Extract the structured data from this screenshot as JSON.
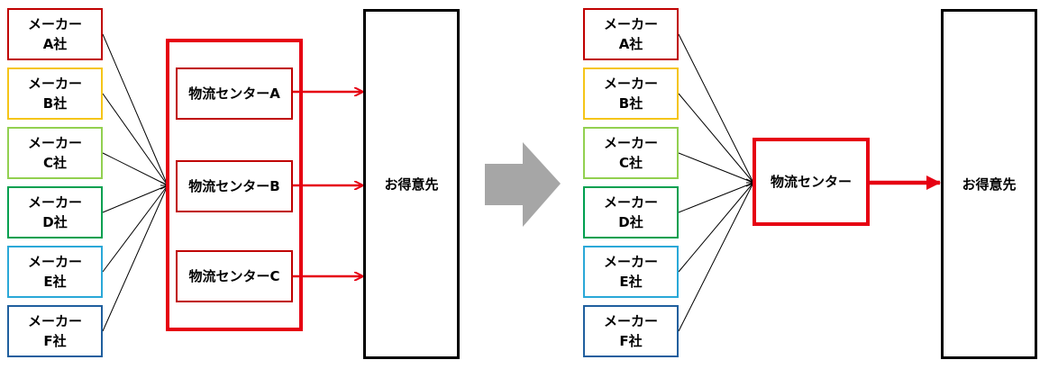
{
  "colors": {
    "maker_a": "#c00000",
    "maker_b": "#f5c518",
    "maker_c": "#92d050",
    "maker_d": "#00a050",
    "maker_e": "#2aa8d8",
    "maker_f": "#1f5f9e",
    "accent": "#e60012",
    "transition_arrow": "#a6a6a6"
  },
  "before": {
    "makers": [
      {
        "line1": "メーカー",
        "line2": "A社"
      },
      {
        "line1": "メーカー",
        "line2": "B社"
      },
      {
        "line1": "メーカー",
        "line2": "C社"
      },
      {
        "line1": "メーカー",
        "line2": "D社"
      },
      {
        "line1": "メーカー",
        "line2": "E社"
      },
      {
        "line1": "メーカー",
        "line2": "F社"
      }
    ],
    "centers": [
      {
        "line1": "物流センター",
        "line2": "A"
      },
      {
        "line1": "物流センター",
        "line2": "B"
      },
      {
        "line1": "物流センター",
        "line2": "C"
      }
    ],
    "customer": "お得意先"
  },
  "after": {
    "makers": [
      {
        "line1": "メーカー",
        "line2": "A社"
      },
      {
        "line1": "メーカー",
        "line2": "B社"
      },
      {
        "line1": "メーカー",
        "line2": "C社"
      },
      {
        "line1": "メーカー",
        "line2": "D社"
      },
      {
        "line1": "メーカー",
        "line2": "E社"
      },
      {
        "line1": "メーカー",
        "line2": "F社"
      }
    ],
    "center": "物流センター",
    "customer": "お得意先"
  }
}
